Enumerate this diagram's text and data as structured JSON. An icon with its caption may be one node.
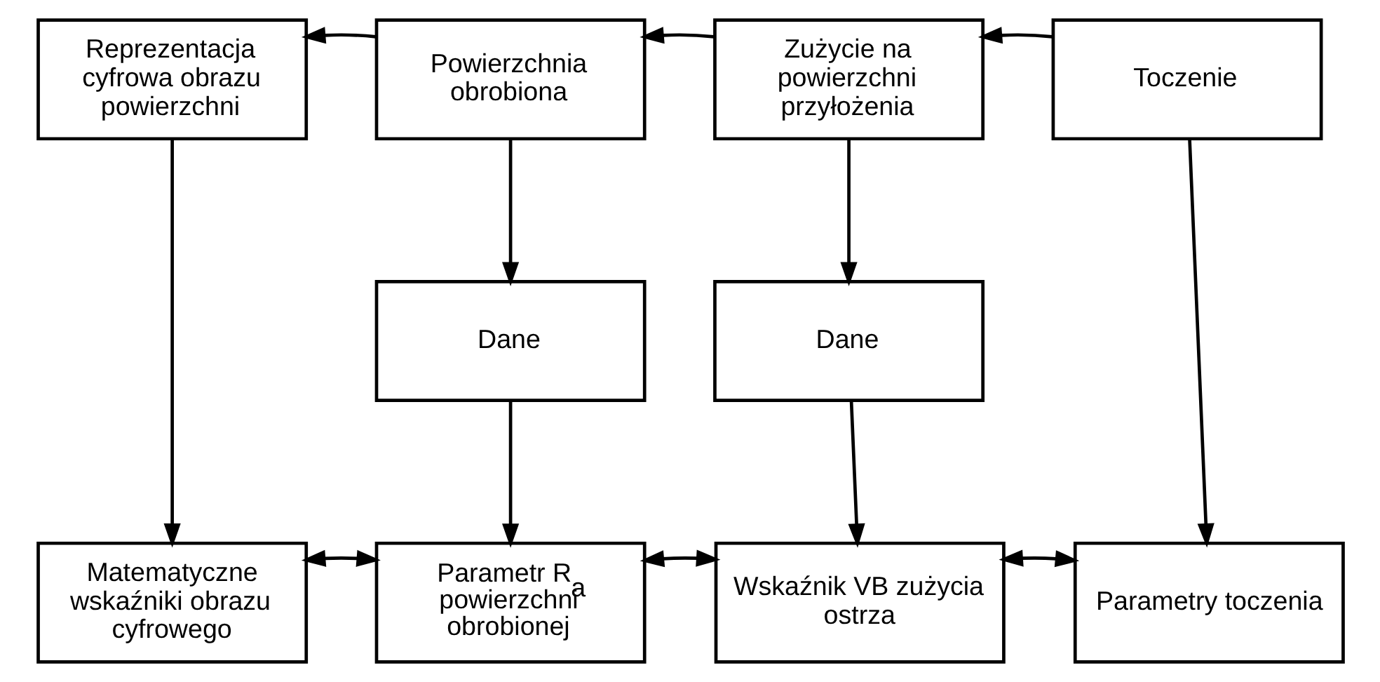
{
  "diagram": {
    "nodes": [
      {
        "text": [
          "Reprezentacja cyfrowa obrazu powierzchni"
        ]
      },
      {
        "text": [
          "Powierzchnia obrobiona"
        ]
      },
      {
        "text": [
          "Zużycie na powierzchni przyłożenia"
        ]
      },
      {
        "text": [
          "Toczenie"
        ]
      },
      {
        "text": [
          "Dane"
        ]
      },
      {
        "text": [
          "Dane"
        ]
      },
      {
        "text": [
          "Matematyczne wskaźniki obrazu cyfrowego"
        ]
      },
      {
        "text": [
          "Parametr R$_{a}$ powierzchni obrobionej"
        ]
      },
      {
        "text": [
          "Wskaźnik VB zużycia ostrza"
        ]
      },
      {
        "text": [
          "Parametry toczenia"
        ]
      }
    ],
    "edges": [
      {
        "from": 3,
        "to": 2,
        "arrow": "to"
      },
      {
        "from": 2,
        "to": 1,
        "arrow": "to"
      },
      {
        "from": 1,
        "to": 0,
        "arrow": "to"
      },
      {
        "from": 1,
        "to": 4,
        "arrow": "to"
      },
      {
        "from": 2,
        "to": 5,
        "arrow": "to"
      },
      {
        "from": 0,
        "to": 6,
        "arrow": "to"
      },
      {
        "from": 4,
        "to": 7,
        "arrow": "to"
      },
      {
        "from": 5,
        "to": 8,
        "arrow": "to"
      },
      {
        "from": 3,
        "to": 9,
        "arrow": "to"
      },
      {
        "from": 6,
        "to": 7,
        "arrow": "both"
      },
      {
        "from": 7,
        "to": 8,
        "arrow": "both"
      },
      {
        "from": 8,
        "to": 9,
        "arrow": "both"
      }
    ]
  }
}
